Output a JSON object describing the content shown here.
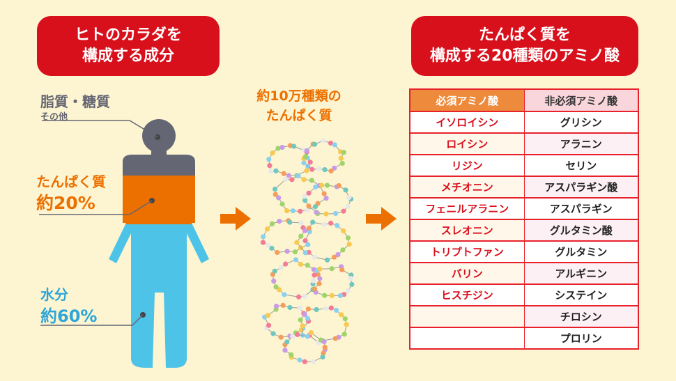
{
  "left_title": {
    "line1": "ヒトのカラダを",
    "line2": "構成する成分"
  },
  "components": {
    "fat": {
      "label": "脂質・糖質",
      "sub": "その他"
    },
    "protein": {
      "label": "たんぱく質",
      "percent": "約20%"
    },
    "water": {
      "label": "水分",
      "percent": "約60%"
    }
  },
  "center": {
    "line1": "約10万種類の",
    "line2": "たんぱく質"
  },
  "right_title": {
    "line1": "たんぱく質を",
    "line2": "構成する20種類のアミノ酸"
  },
  "table": {
    "headers": [
      "必須アミノ酸",
      "非必須アミノ酸"
    ],
    "essential": [
      "イソロイシン",
      "ロイシン",
      "リジン",
      "メチオニン",
      "フェニルアラニン",
      "スレオニン",
      "トリプトファン",
      "バリン",
      "ヒスチジン",
      "",
      ""
    ],
    "non_essential": [
      "グリシン",
      "アラニン",
      "セリン",
      "アスパラギン酸",
      "アスパラギン",
      "グルタミン酸",
      "グルタミン",
      "アルギニン",
      "システイン",
      "チロシン",
      "プロリン"
    ]
  },
  "colors": {
    "background": "#fdf5d1",
    "title_red": "#d8101c",
    "orange": "#ec7000",
    "blue": "#4ec3e8",
    "gray": "#646673"
  }
}
